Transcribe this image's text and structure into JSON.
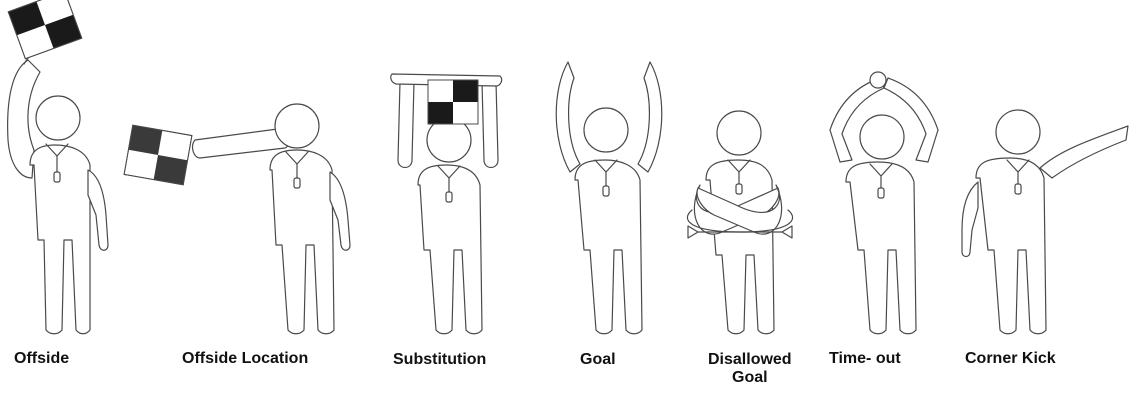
{
  "signals": [
    {
      "label": "Offside"
    },
    {
      "label": "Offside Location"
    },
    {
      "label": "Substitution"
    },
    {
      "label": "Goal"
    },
    {
      "label": "Disallowed\nGoal"
    },
    {
      "label": "Time- out"
    },
    {
      "label": "Corner Kick"
    }
  ],
  "colors": {
    "outline": "#4a4a4a",
    "flag_dark": "#1a1a1a",
    "label": "#111111"
  }
}
